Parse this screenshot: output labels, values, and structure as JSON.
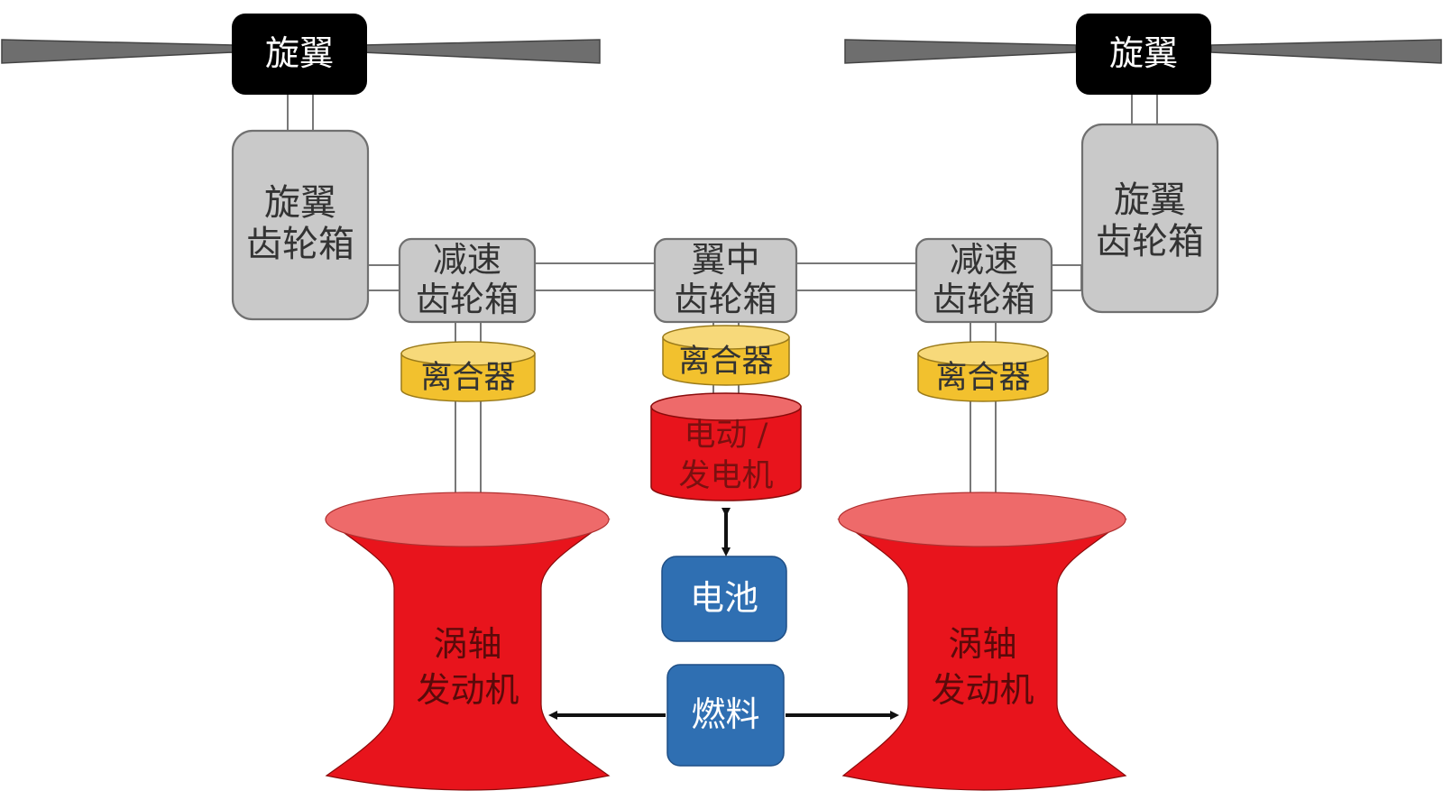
{
  "labels": {
    "rotor_left": "旋翼",
    "rotor_right": "旋翼",
    "rotor_gearbox_left": [
      "旋翼",
      "齿轮箱"
    ],
    "rotor_gearbox_right": [
      "旋翼",
      "齿轮箱"
    ],
    "reduction_gearbox_left": [
      "减速",
      "齿轮箱"
    ],
    "reduction_gearbox_right": [
      "减速",
      "齿轮箱"
    ],
    "mid_wing_gearbox": [
      "翼中",
      "齿轮箱"
    ],
    "clutch_left": "离合器",
    "clutch_center": "离合器",
    "clutch_right": "离合器",
    "motor_generator": [
      "电动 /",
      "发电机"
    ],
    "turboshaft_left": [
      "涡轴",
      "发动机"
    ],
    "turboshaft_right": [
      "涡轴",
      "发动机"
    ],
    "battery": "电池",
    "fuel": "燃料"
  },
  "colors": {
    "rotor_hub": "#000000",
    "blade": "#6e6e6e",
    "gearbox": "#c9c9c9",
    "clutch": "#f2c12e",
    "engine": "#e8141c",
    "engine_top": "#ee6a6a",
    "storage": "#2f6fb2",
    "arrow": "#111111"
  }
}
